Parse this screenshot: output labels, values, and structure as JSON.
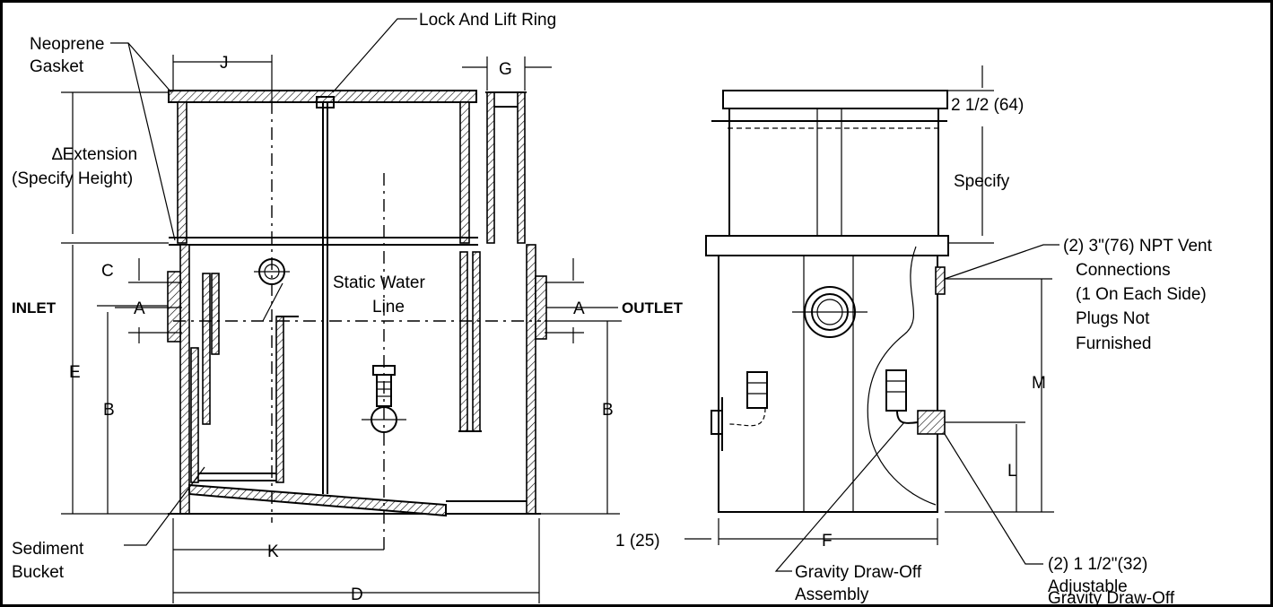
{
  "labels": {
    "lock_lift_ring": "Lock And Lift Ring",
    "neoprene": "Neoprene",
    "gasket": "Gasket",
    "dim_j": "J",
    "dim_g": "G",
    "extension": "∆Extension",
    "specify_height": "(Specify Height)",
    "dim_c": "C",
    "static_water": "Static Water",
    "line": "Line",
    "inlet": "INLET",
    "outlet": "OUTLET",
    "dim_a_left": "A",
    "dim_a_right": "A",
    "dim_e": "E",
    "dim_b_left": "B",
    "dim_b_right": "B",
    "sediment": "Sediment",
    "bucket": "Bucket",
    "dim_k": "K",
    "dim_d": "D",
    "top_dim": "2 1/2 (64)",
    "specify": "Specify",
    "vent_1": "(2) 3\"(76) NPT Vent",
    "vent_2": "Connections",
    "vent_3": "(1 On Each Side)",
    "vent_4": "Plugs Not",
    "vent_5": "Furnished",
    "dim_m": "M",
    "dim_l": "L",
    "one_25": "1 (25)",
    "dim_f": "F",
    "gravity_1": "Gravity Draw-Off",
    "gravity_2": "Assembly",
    "adj_1": "(2) 1 1/2\"(32)",
    "adj_2": "Adjustable",
    "adj_3": "Gravity Draw-Off"
  }
}
